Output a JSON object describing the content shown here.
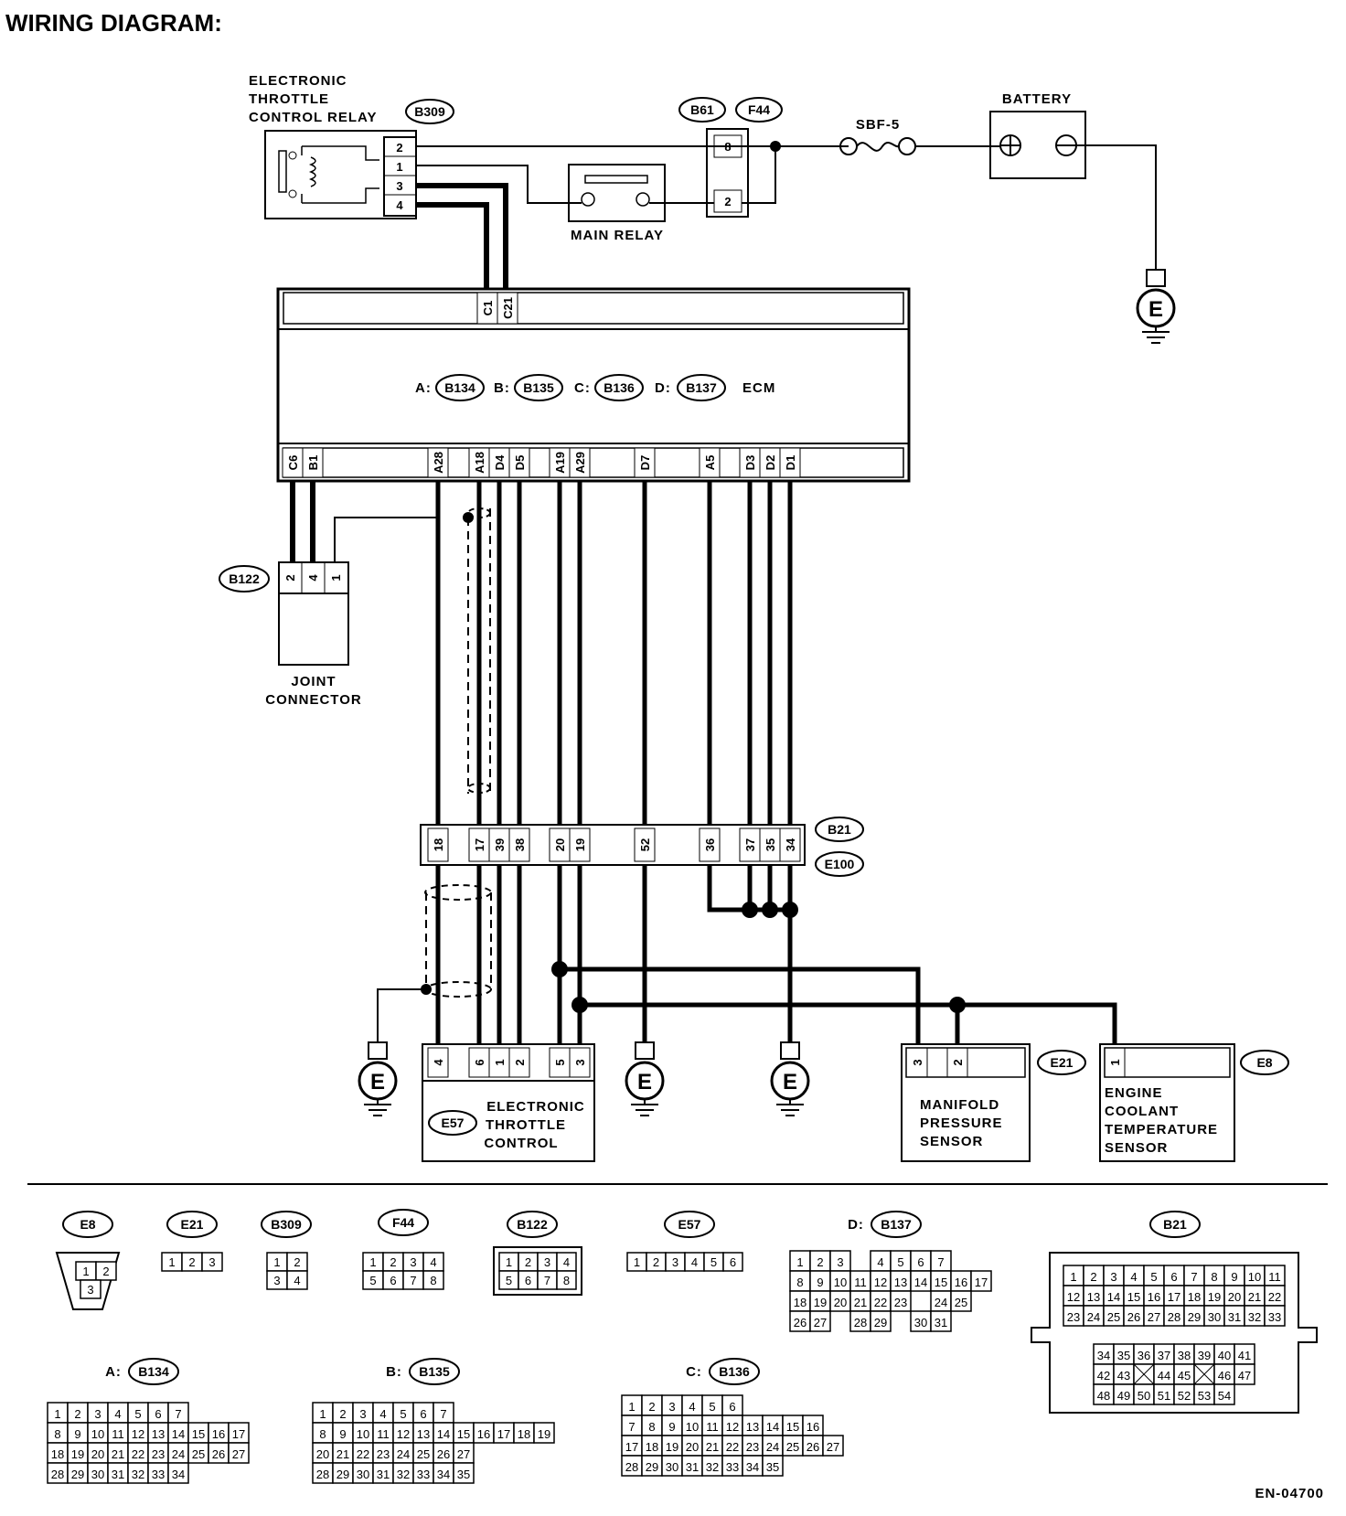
{
  "title": "WIRING DIAGRAM:",
  "doc_id": "EN-04700",
  "components": {
    "etc_relay": {
      "name_lines": [
        "ELECTRONIC",
        "THROTTLE",
        "CONTROL RELAY"
      ],
      "connector": "B309",
      "pins": [
        "2",
        "1",
        "3",
        "4"
      ]
    },
    "main_relay": {
      "name": "MAIN RELAY"
    },
    "fuse_conn": {
      "connectors": [
        "B61",
        "F44"
      ],
      "pins": [
        "8",
        "2"
      ]
    },
    "fuse": {
      "name": "SBF-5"
    },
    "battery": {
      "name": "BATTERY"
    },
    "ecm": {
      "name": "ECM",
      "conn_refs": [
        {
          "letter": "A:",
          "code": "B134"
        },
        {
          "letter": "B:",
          "code": "B135"
        },
        {
          "letter": "C:",
          "code": "B136"
        },
        {
          "letter": "D:",
          "code": "B137"
        }
      ],
      "top_pins": [
        "C1",
        "C21"
      ],
      "bottom_pins": [
        "C6",
        "B1",
        "A28",
        "A18",
        "D4",
        "D5",
        "A19",
        "A29",
        "D7",
        "A5",
        "D3",
        "D2",
        "D1"
      ]
    },
    "joint_connector": {
      "name_lines": [
        "JOINT",
        "CONNECTOR"
      ],
      "connector": "B122",
      "pins": [
        "2",
        "4",
        "1"
      ]
    },
    "junction": {
      "connectors": [
        "B21",
        "E100"
      ],
      "pins": [
        "18",
        "17",
        "39",
        "38",
        "20",
        "19",
        "52",
        "36",
        "37",
        "35",
        "34"
      ]
    },
    "etc": {
      "name_lines": [
        "ELECTRONIC",
        "THROTTLE",
        "CONTROL"
      ],
      "connector": "E57",
      "pins": [
        "4",
        "6",
        "1",
        "2",
        "5",
        "3"
      ]
    },
    "map_sensor": {
      "name_lines": [
        "MANIFOLD",
        "PRESSURE",
        "SENSOR"
      ],
      "connector": "E21",
      "pins": [
        "3",
        "2"
      ]
    },
    "ect_sensor": {
      "name_lines": [
        "ENGINE",
        "COOLANT",
        "TEMPERATURE",
        "SENSOR"
      ],
      "connector": "E8",
      "pins": [
        "1"
      ]
    },
    "ground": {
      "symbol": "E"
    }
  },
  "legend": {
    "E8": {
      "label": "E8",
      "rows": [
        [
          "1",
          "2"
        ],
        [
          "3"
        ]
      ]
    },
    "E21": {
      "label": "E21",
      "rows": [
        [
          "1",
          "2",
          "3"
        ]
      ]
    },
    "B309": {
      "label": "B309",
      "rows": [
        [
          "1",
          "2"
        ],
        [
          "3",
          "4"
        ]
      ]
    },
    "F44": {
      "label": "F44",
      "rows": [
        [
          "1",
          "2",
          "3",
          "4"
        ],
        [
          "5",
          "6",
          "7",
          "8"
        ]
      ]
    },
    "B122": {
      "label": "B122",
      "rows": [
        [
          "1",
          "2",
          "3",
          "4"
        ],
        [
          "5",
          "6",
          "7",
          "8"
        ]
      ]
    },
    "E57": {
      "label": "E57",
      "rows": [
        [
          "1",
          "2",
          "3",
          "4",
          "5",
          "6"
        ]
      ]
    },
    "D": {
      "prefix": "D:",
      "label": "B137",
      "rows": [
        [
          "1",
          "2",
          "3",
          "",
          "4",
          "5",
          "6",
          "7"
        ],
        [
          "8",
          "9",
          "10",
          "11",
          "12",
          "13",
          "14",
          "15",
          "16",
          "17"
        ],
        [
          "18",
          "19",
          "20",
          "21",
          "22",
          "23",
          "",
          "24",
          "25"
        ],
        [
          "26",
          "27",
          "",
          "28",
          "29",
          "",
          "30",
          "31"
        ]
      ]
    },
    "B21": {
      "label": "B21",
      "rows": [
        [
          "1",
          "2",
          "3",
          "4",
          "5",
          "6",
          "7",
          "8",
          "9",
          "10",
          "11"
        ],
        [
          "12",
          "13",
          "14",
          "15",
          "16",
          "17",
          "18",
          "19",
          "20",
          "21",
          "22"
        ],
        [
          "23",
          "24",
          "25",
          "26",
          "27",
          "28",
          "29",
          "30",
          "31",
          "32",
          "33"
        ],
        [
          "34",
          "35",
          "36",
          "37",
          "38",
          "39",
          "40",
          "41"
        ],
        [
          "42",
          "43",
          "X",
          "44",
          "45",
          "X",
          "46",
          "47"
        ],
        [
          "48",
          "49",
          "50",
          "51",
          "52",
          "53",
          "54"
        ]
      ]
    },
    "A": {
      "prefix": "A:",
      "label": "B134",
      "rows": [
        [
          "1",
          "2",
          "3",
          "4",
          "5",
          "6",
          "7"
        ],
        [
          "8",
          "9",
          "10",
          "11",
          "12",
          "13",
          "14",
          "15",
          "16",
          "17"
        ],
        [
          "18",
          "19",
          "20",
          "21",
          "22",
          "23",
          "24",
          "25",
          "26",
          "27"
        ],
        [
          "28",
          "29",
          "30",
          "31",
          "32",
          "33",
          "34"
        ]
      ]
    },
    "B": {
      "prefix": "B:",
      "label": "B135",
      "rows": [
        [
          "1",
          "2",
          "3",
          "4",
          "5",
          "6",
          "7"
        ],
        [
          "8",
          "9",
          "10",
          "11",
          "12",
          "13",
          "14",
          "15",
          "16",
          "17",
          "18",
          "19"
        ],
        [
          "20",
          "21",
          "22",
          "23",
          "24",
          "25",
          "26",
          "27"
        ],
        [
          "28",
          "29",
          "30",
          "31",
          "32",
          "33",
          "34",
          "35"
        ]
      ]
    },
    "C": {
      "prefix": "C:",
      "label": "B136",
      "rows": [
        [
          "1",
          "2",
          "3",
          "4",
          "5",
          "6"
        ],
        [
          "7",
          "8",
          "9",
          "10",
          "11",
          "12",
          "13",
          "14",
          "15",
          "16"
        ],
        [
          "17",
          "18",
          "19",
          "20",
          "21",
          "22",
          "23",
          "24",
          "25",
          "26",
          "27"
        ],
        [
          "28",
          "29",
          "30",
          "31",
          "32",
          "33",
          "34",
          "35"
        ]
      ]
    }
  }
}
